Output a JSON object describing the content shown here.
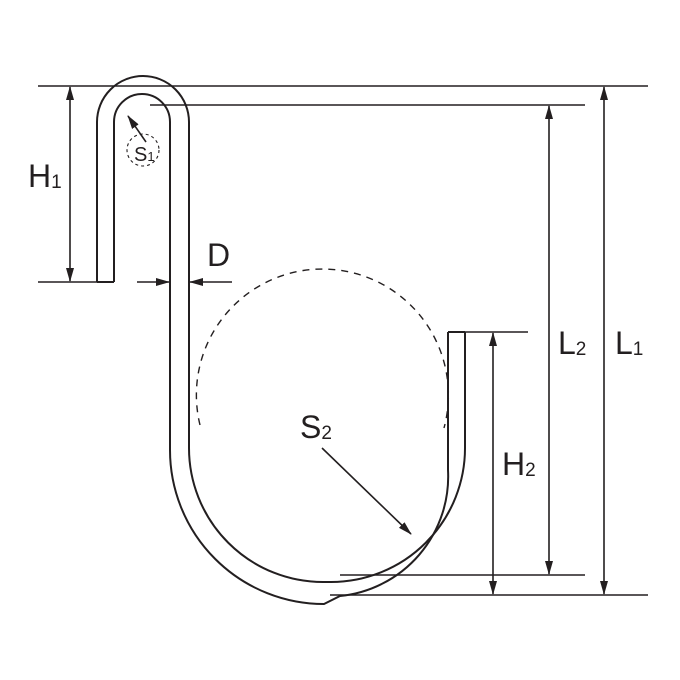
{
  "labels": {
    "h1": {
      "main": "H",
      "sub": "1"
    },
    "s1": {
      "main": "S",
      "sub": "1"
    },
    "d": {
      "main": "D"
    },
    "s2": {
      "main": "S",
      "sub": "2"
    },
    "h2": {
      "main": "H",
      "sub": "2"
    },
    "l2": {
      "main": "L",
      "sub": "2"
    },
    "l1": {
      "main": "L",
      "sub": "1"
    }
  }
}
